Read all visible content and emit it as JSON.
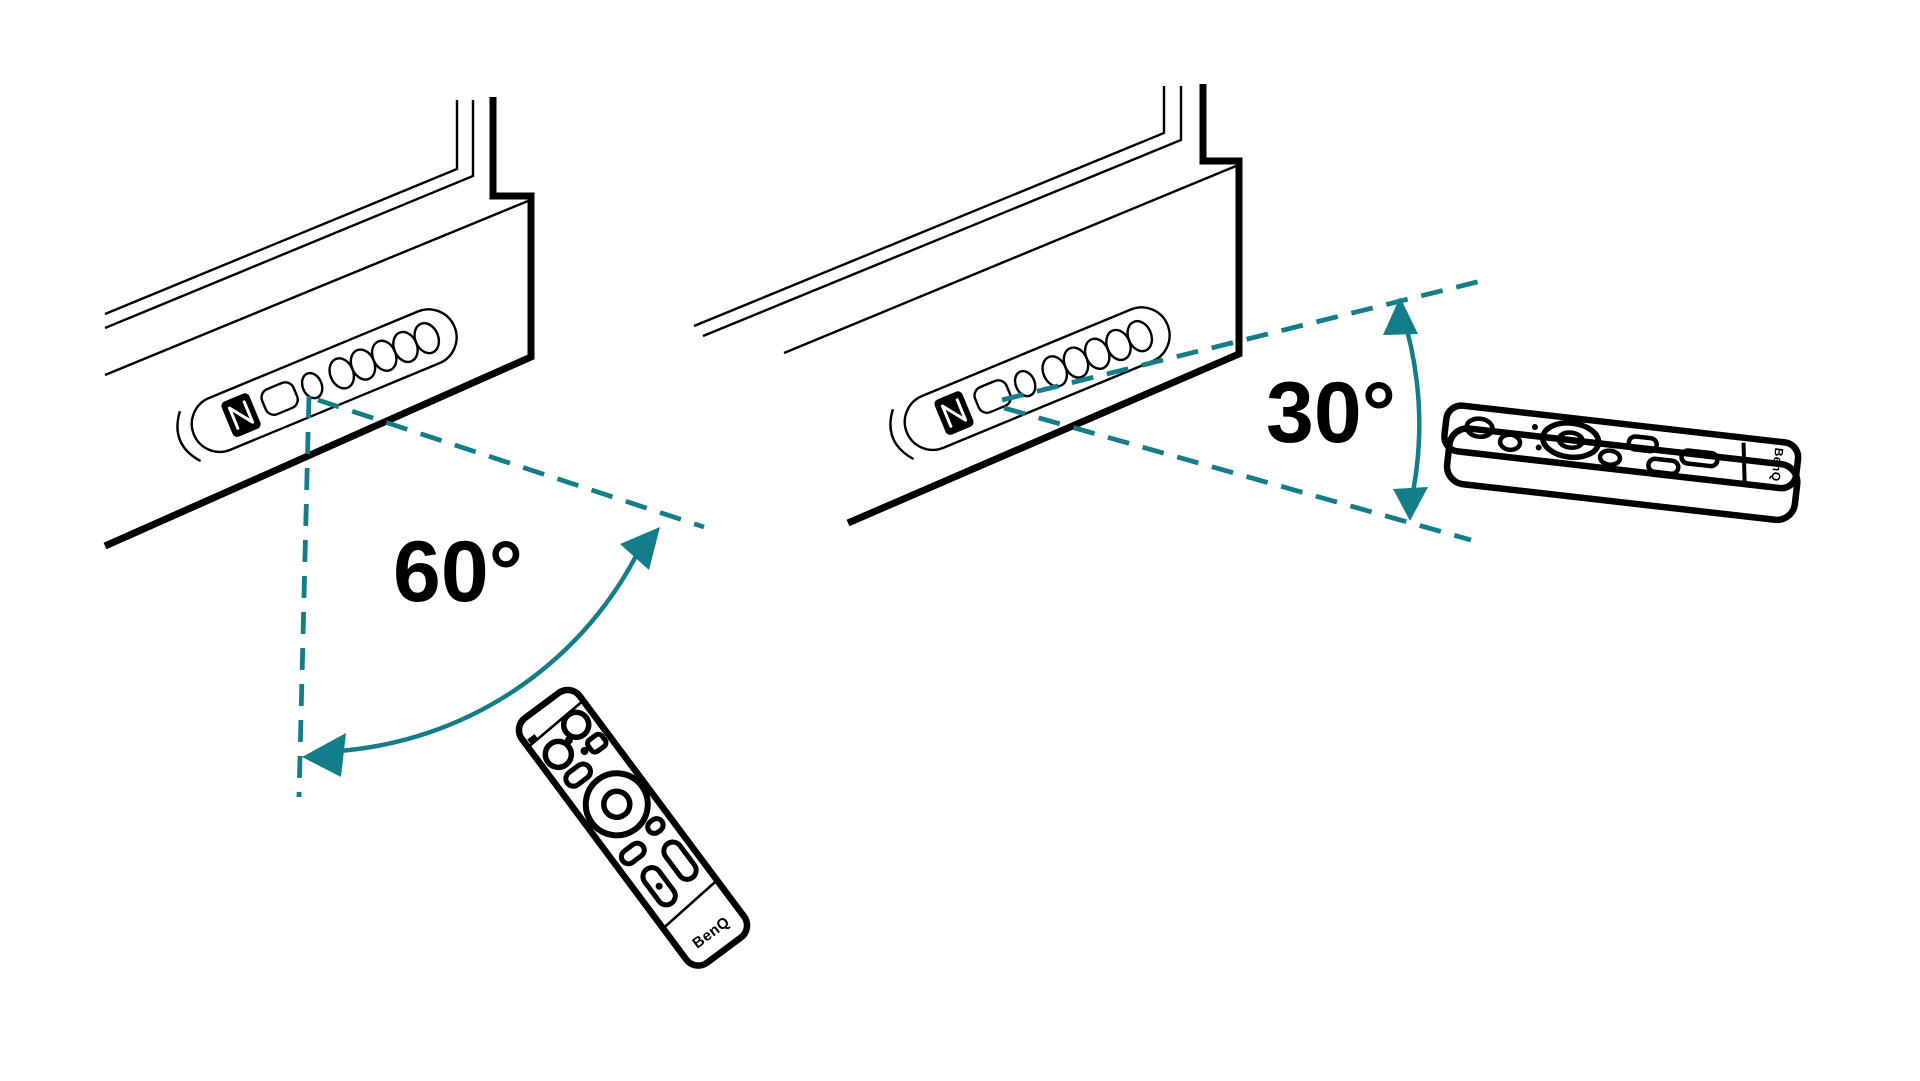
{
  "figure": {
    "background_color": "#ffffff",
    "line_color": "#000000",
    "accent_color": "#147d8a",
    "left": {
      "name": "horizontal-range-diagram",
      "angle_label": "60°",
      "remote_brand_label": "BenQ"
    },
    "right": {
      "name": "vertical-range-diagram",
      "angle_label": "30°",
      "remote_brand_label": "BenQ"
    }
  }
}
